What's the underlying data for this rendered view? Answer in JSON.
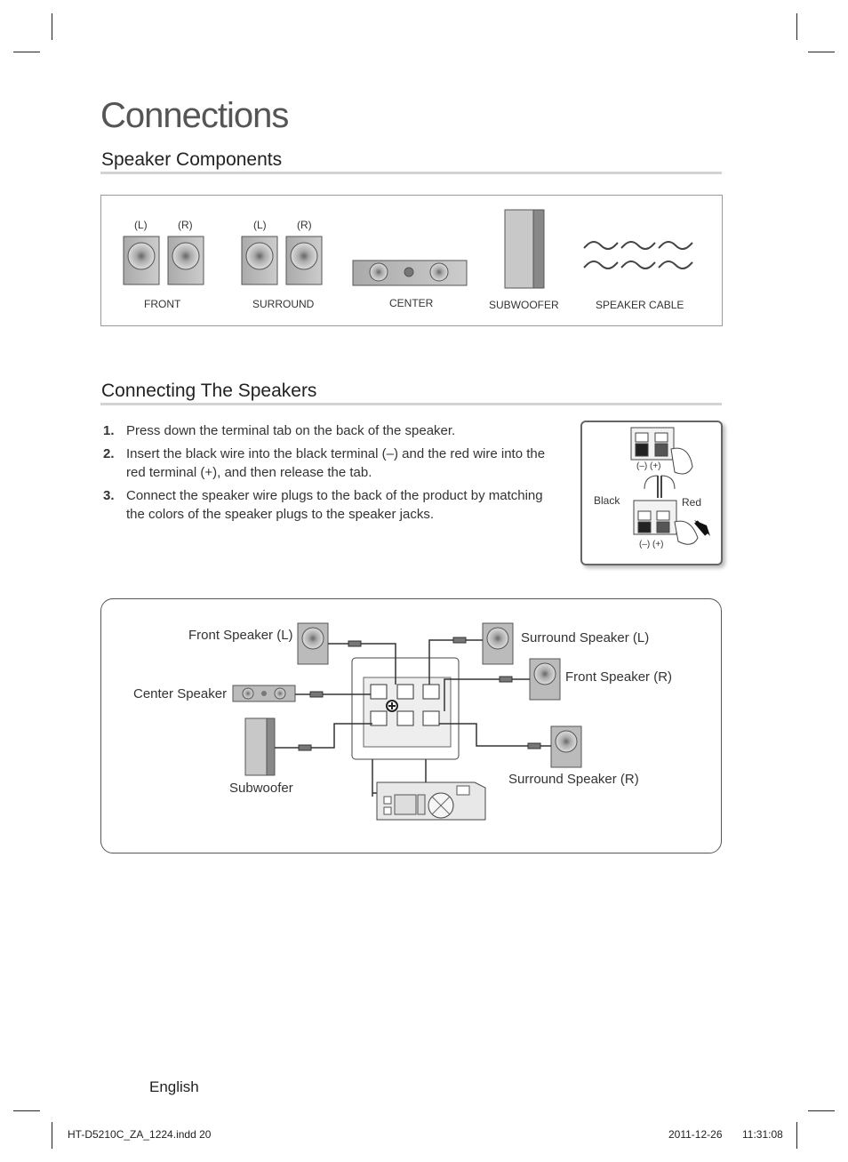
{
  "page": {
    "title": "Connections",
    "language": "English",
    "footer_file": "HT-D5210C_ZA_1224.indd   20",
    "footer_date": "2011-12-26",
    "footer_time": "11:31:08"
  },
  "components": {
    "heading": "Speaker Components",
    "front_l": "(L)",
    "front_r": "(R)",
    "surround_l": "(L)",
    "surround_r": "(R)",
    "front": "FRONT",
    "surround": "SURROUND",
    "center": "CENTER",
    "subwoofer": "SUBWOOFER",
    "cable": "SPEAKER CABLE"
  },
  "connecting": {
    "heading": "Connecting The Speakers",
    "steps": [
      {
        "num": "1.",
        "text": "Press down the terminal tab on the back of the speaker."
      },
      {
        "num": "2.",
        "text": "Insert the black wire into the black terminal (–) and the red wire into the red terminal (+), and then release the tab."
      },
      {
        "num": "3.",
        "text": "Connect the speaker wire plugs to the back of the product by matching the colors of the speaker plugs to the speaker jacks."
      }
    ],
    "terminal": {
      "minus_plus_top": "(–)   (+)",
      "black": "Black",
      "red": "Red",
      "minus_plus_bottom": "(–)   (+)"
    }
  },
  "diagram": {
    "front_l": "Front Speaker (L)",
    "surround_l": "Surround Speaker (L)",
    "front_r": "Front Speaker (R)",
    "center": "Center Speaker",
    "subwoofer": "Subwoofer",
    "surround_r": "Surround Speaker (R)"
  }
}
